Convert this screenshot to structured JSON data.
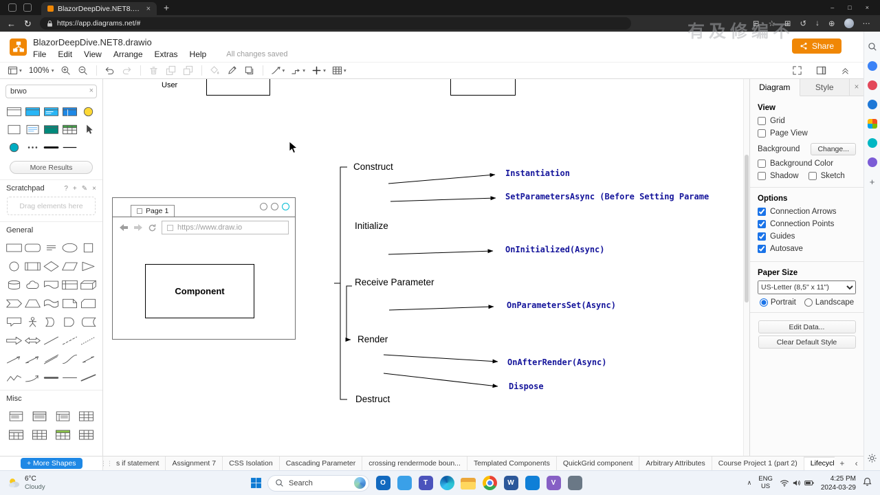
{
  "watermark": "有及修编不",
  "browser": {
    "tab_title": "BlazorDeepDive.NET8.drawio",
    "url": "https://app.diagrams.net/#",
    "titlebar_icons": [
      "workspaces-icon",
      "tab-list-icon"
    ],
    "window_controls": [
      "minimize",
      "maximize",
      "close"
    ],
    "action_icons": [
      "split-screen-icon",
      "favorites-icon",
      "collections-icon",
      "history-icon",
      "downloads-icon",
      "extensions-icon",
      "profile-avatar",
      "more-menu-icon"
    ]
  },
  "app": {
    "title": "BlazorDeepDive.NET8.drawio",
    "menus": [
      "File",
      "Edit",
      "View",
      "Arrange",
      "Extras",
      "Help"
    ],
    "saved_status": "All changes saved",
    "share_label": "Share",
    "brand_color": "#F08705"
  },
  "toolbar": {
    "left": [
      {
        "icon": "pages-icon",
        "caret": true
      },
      {
        "icon": "zoom-label",
        "label": "100%",
        "caret": true
      },
      {
        "icon": "zoom-in-icon"
      },
      {
        "icon": "zoom-out-icon"
      },
      {
        "divider": true
      },
      {
        "icon": "undo-icon"
      },
      {
        "icon": "redo-icon",
        "disabled": true
      },
      {
        "divider": true
      },
      {
        "icon": "delete-icon",
        "disabled": true
      },
      {
        "icon": "to-front-icon",
        "disabled": true
      },
      {
        "icon": "to-back-icon",
        "disabled": true
      },
      {
        "divider": true
      },
      {
        "icon": "fill-color-icon",
        "disabled": true
      },
      {
        "icon": "line-color-icon"
      },
      {
        "icon": "shadow-icon"
      },
      {
        "divider": true
      },
      {
        "icon": "connection-icon",
        "caret": true
      },
      {
        "icon": "waypoints-icon",
        "caret": true
      },
      {
        "icon": "insert-icon",
        "caret": true
      },
      {
        "icon": "table-icon",
        "caret": true
      }
    ],
    "right": [
      {
        "icon": "fullscreen-icon"
      },
      {
        "icon": "format-panel-icon"
      },
      {
        "icon": "collapse-icon"
      }
    ]
  },
  "sidebar": {
    "search": {
      "value": "brwo"
    },
    "results": [
      {
        "type": "window",
        "fill": "#ffffff"
      },
      {
        "type": "window",
        "fill": "#29b6f6"
      },
      {
        "type": "window-lines",
        "fill": "#29b6f6"
      },
      {
        "type": "window-split",
        "fill": "#1e88e5"
      },
      {
        "type": "circle",
        "fill": "#fdd835"
      },
      {
        "type": "card",
        "fill": "#ffffff"
      },
      {
        "type": "card-lines",
        "fill": "#ffffff"
      },
      {
        "type": "window",
        "fill": "#00897b"
      },
      {
        "type": "table",
        "fill": "#43a047"
      },
      {
        "type": "pointer",
        "fill": "#444444"
      },
      {
        "type": "circle",
        "fill": "#00acc1"
      },
      {
        "type": "dots",
        "fill": "#444444"
      },
      {
        "type": "thick-line",
        "fill": "#111111"
      },
      {
        "type": "line",
        "fill": "#111111"
      }
    ],
    "more_results_label": "More Results",
    "scratchpad": {
      "title": "Scratchpad",
      "icons": [
        "help-icon",
        "plus-icon",
        "edit-icon",
        "close-icon"
      ],
      "hint": "Drag elements here"
    },
    "sections": {
      "general": "General",
      "misc": "Misc"
    },
    "general_shapes": [
      "rectangle",
      "rounded-rectangle",
      "text",
      "ellipse",
      "square",
      "circle",
      "process",
      "diamond",
      "parallelogram",
      "triangle",
      "cylinder",
      "cloud",
      "document",
      "internal-storage",
      "cube",
      "step",
      "trapezoid",
      "tape",
      "note",
      "card",
      "callout",
      "actor",
      "or",
      "and",
      "data-storage",
      "arrow",
      "bidirectional-arrow",
      "line",
      "dashed-line",
      "dotted-line",
      "connector",
      "directional-connector",
      "link",
      "curve",
      "bidirectional-connector",
      "zigzag",
      "curved-arrow",
      "thick-line",
      "horizontal-line",
      "heavy-line"
    ],
    "misc_shapes": [
      "list",
      "titled-list",
      "numbered-list",
      "plain-table",
      "titled-table",
      "cross-table",
      "green-table",
      "striped-table"
    ],
    "more_shapes_label": "+ More Shapes"
  },
  "canvas": {
    "partial_label": "User",
    "mockup": {
      "tab": "Page 1",
      "url": "https://www.draw.io",
      "component": "Component"
    },
    "lifecycle": {
      "stages": [
        "Construct",
        "Initialize",
        "Receive Parameter",
        "Render",
        "Destruct"
      ],
      "methods": [
        "Instantiation",
        "SetParametersAsync (Before Setting Parame",
        "OnInitialized(Async)",
        "OnParametersSet(Async)",
        "OnAfterRender(Async)",
        "Dispose"
      ],
      "method_color": "#15159b"
    }
  },
  "panel": {
    "tabs": [
      "Diagram",
      "Style"
    ],
    "active_tab": "Diagram",
    "view": {
      "title": "View",
      "checkboxes": [
        {
          "label": "Grid",
          "checked": false
        },
        {
          "label": "Page View",
          "checked": false
        }
      ],
      "background_label": "Background",
      "change_button": "Change...",
      "background_color": {
        "label": "Background Color",
        "checked": false
      },
      "row2": [
        {
          "label": "Shadow",
          "checked": false
        },
        {
          "label": "Sketch",
          "checked": false
        }
      ]
    },
    "options": {
      "title": "Options",
      "checkboxes": [
        {
          "label": "Connection Arrows",
          "checked": true
        },
        {
          "label": "Connection Points",
          "checked": true
        },
        {
          "label": "Guides",
          "checked": true
        },
        {
          "label": "Autosave",
          "checked": true
        }
      ]
    },
    "paper": {
      "title": "Paper Size",
      "size_value": "US-Letter (8,5\" x 11\")",
      "orientations": [
        {
          "label": "Portrait",
          "selected": true
        },
        {
          "label": "Landscape",
          "selected": false
        }
      ]
    },
    "buttons": [
      "Edit Data...",
      "Clear Default Style"
    ]
  },
  "page_tabs": {
    "tabs": [
      "s if statement",
      "Assignment 7",
      "CSS Isolation",
      "Cascading Parameter",
      "crossing rendermode boun...",
      "Templated Components",
      "QuickGrid component",
      "Arbitrary Attributes",
      "Course Project 1 (part 2)",
      "Lifecycle Overview"
    ],
    "active": "Lifecycle Overview"
  },
  "taskbar": {
    "weather": {
      "temp": "6°C",
      "condition": "Cloudy"
    },
    "search_placeholder": "Search",
    "apps": [
      {
        "name": "outlook-icon",
        "color": "#1269bf",
        "glyph": "O"
      },
      {
        "name": "photos-icon",
        "color": "#3aa0e8",
        "glyph": ""
      },
      {
        "name": "teams-icon",
        "color": "#4b53bc",
        "glyph": "T"
      },
      {
        "name": "edge-icon",
        "color": "#2ba5e0",
        "glyph": ""
      },
      {
        "name": "file-explorer-icon",
        "color": "#f8bd3a",
        "glyph": ""
      },
      {
        "name": "chrome-icon",
        "color": "#4285f4",
        "glyph": ""
      },
      {
        "name": "word-icon",
        "color": "#2b579a",
        "glyph": "W"
      },
      {
        "name": "store-icon",
        "color": "#0f7fd7",
        "glyph": ""
      },
      {
        "name": "visual-studio-icon",
        "color": "#865fc5",
        "glyph": "V"
      },
      {
        "name": "settings-icon",
        "color": "#6a7886",
        "glyph": ""
      }
    ],
    "tray": {
      "language": "ENG",
      "region": "US",
      "time": "4:25 PM",
      "date": "2024-03-29"
    }
  },
  "edge_sidebar": {
    "icons": [
      {
        "name": "sidebar-search-icon",
        "color": "#5f6368"
      },
      {
        "name": "copilot-icon",
        "color": "#3b82f6"
      },
      {
        "name": "shopping-icon",
        "color": "#e3485a"
      },
      {
        "name": "tools-icon",
        "color": "#1e78d7"
      },
      {
        "name": "office-icon",
        "color": "multi"
      },
      {
        "name": "designer-icon",
        "color": "#00b7c3"
      },
      {
        "name": "games-icon",
        "color": "#7b5cd6"
      },
      {
        "name": "add-sidebar-icon",
        "color": "#9aa0a6"
      }
    ]
  }
}
